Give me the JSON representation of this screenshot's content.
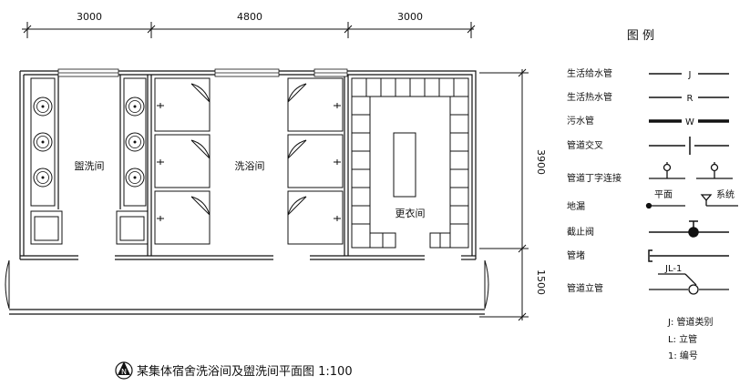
{
  "dimensions": {
    "top": [
      "3000",
      "4800",
      "3000"
    ],
    "right": [
      "3900",
      "1500"
    ]
  },
  "rooms": {
    "washroom": "盥洗间",
    "shower": "洗浴间",
    "changing": "更衣间"
  },
  "title": {
    "north_mark": "N",
    "text": "某集体宿舍洗浴间及盥洗间平面图 1:100"
  },
  "legend": {
    "heading": "图  例",
    "items": [
      {
        "label": "生活给水管",
        "symbol": "J"
      },
      {
        "label": "生活热水管",
        "symbol": "R"
      },
      {
        "label": "污水管",
        "symbol": "W"
      },
      {
        "label": "管道交叉"
      },
      {
        "label": "管道丁字连接"
      },
      {
        "label": "地漏"
      },
      {
        "label": "截止阀"
      },
      {
        "label": "管堵"
      },
      {
        "label": "管道立管"
      }
    ],
    "sub_plan": "平面",
    "sub_system": "系统",
    "riser_tag": "JL-1",
    "notes": [
      "J: 管道类别",
      "L: 立管",
      "1: 编号"
    ]
  }
}
